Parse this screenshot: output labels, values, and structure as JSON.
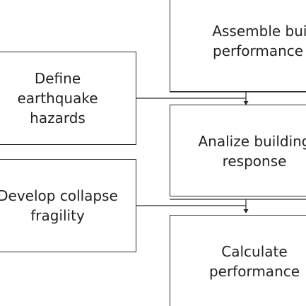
{
  "boxes": {
    "assemble": {
      "line1": "Assemble building",
      "line2": "performance level"
    },
    "define": {
      "line1": "Define",
      "line2": "earthquake",
      "line3": "hazards"
    },
    "analize": {
      "line1": "Analize building",
      "line2": "response"
    },
    "develop": {
      "line1": "Develop collapse",
      "line2": "fragility"
    },
    "calculate": {
      "line1": "Calculate",
      "line2": "performance"
    }
  },
  "colors": {
    "stroke": "#2a2a2a",
    "text": "#222222",
    "background": "#ffffff"
  }
}
